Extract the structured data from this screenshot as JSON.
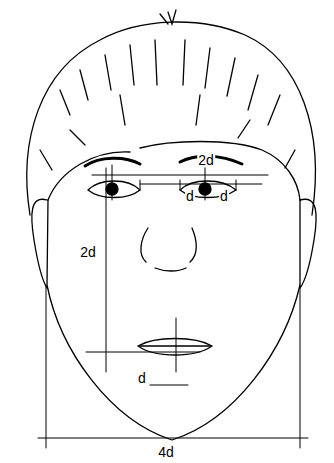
{
  "diagram": {
    "labels": [
      "2d",
      "d",
      "d",
      "2d",
      "d",
      "4d"
    ]
  }
}
